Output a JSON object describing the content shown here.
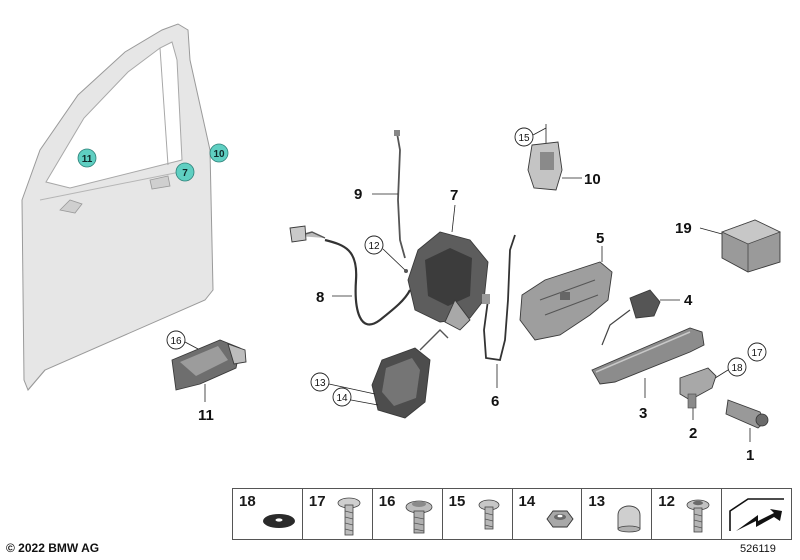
{
  "callouts": {
    "door_11": "11",
    "door_7": "7",
    "door_10": "10",
    "p9": "9",
    "p7": "7",
    "p12": "12",
    "p8": "8",
    "p15": "15",
    "p10": "10",
    "p5": "5",
    "p19": "19",
    "p4": "4",
    "p16": "16",
    "p11": "11",
    "p13": "13",
    "p14": "14",
    "p6": "6",
    "p3": "3",
    "p18": "18",
    "p17": "17",
    "p2": "2",
    "p1": "1"
  },
  "legend": {
    "cells": [
      {
        "num": "18",
        "icon": "washer-icon"
      },
      {
        "num": "17",
        "icon": "bolt-long-icon"
      },
      {
        "num": "16",
        "icon": "bolt-collar-icon"
      },
      {
        "num": "15",
        "icon": "bolt-short-icon"
      },
      {
        "num": "14",
        "icon": "hex-nut-icon"
      },
      {
        "num": "13",
        "icon": "cap-nut-icon"
      },
      {
        "num": "12",
        "icon": "bolt-torx-icon"
      },
      {
        "num": "",
        "icon": "door-arrow-icon"
      }
    ]
  },
  "footer": {
    "copyright": "© 2022 BMW AG",
    "diagram_id": "526119"
  },
  "colors": {
    "teal_callout": "#5fcfc2",
    "part_gray": "#b9b9b9",
    "part_dark": "#5a5a5a",
    "door_fill": "#e4e4e4"
  }
}
